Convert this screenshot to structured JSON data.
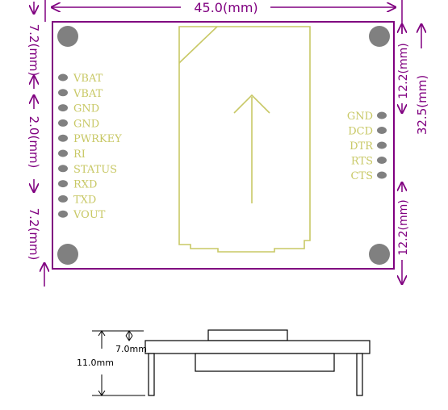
{
  "colors": {
    "outline": "#800080",
    "silkscreen": "#c8c865",
    "hole": "#808080",
    "pin": "#808080",
    "side_view": "#000000"
  },
  "dimensions": {
    "width": "45.0(mm)",
    "height": "32.5(mm)",
    "left_top": "7.2(mm)",
    "left_mid": "2.0(mm)",
    "left_bottom": "7.2(mm)",
    "right_top": "12.2(mm)",
    "right_bottom": "12.2(mm)"
  },
  "left_pins": [
    "VBAT",
    "VBAT",
    "GND",
    "GND",
    "PWRKEY",
    "RI",
    "STATUS",
    "RXD",
    "TXD",
    "VOUT"
  ],
  "right_pins": [
    "GND",
    "DCD",
    "DTR",
    "RTS",
    "CTS"
  ],
  "side_view": {
    "inner_height": "7.0mm",
    "total_height": "11.0mm"
  }
}
